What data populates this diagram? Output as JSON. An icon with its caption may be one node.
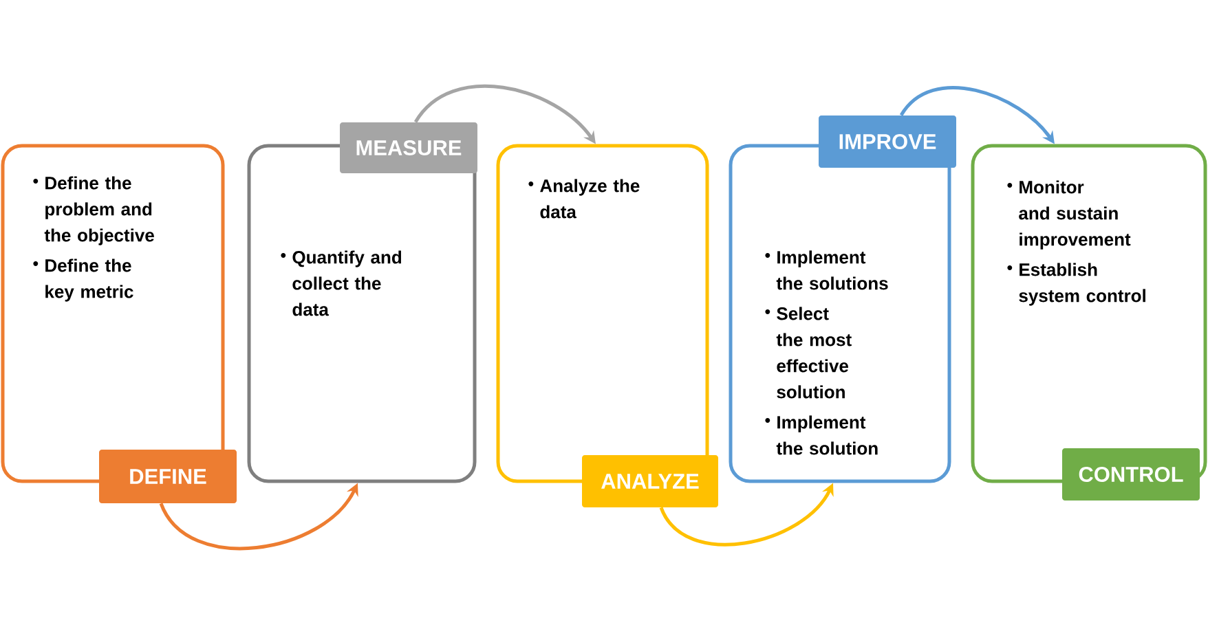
{
  "diagram": {
    "nodes": [
      {
        "text": [
          "Define the problem and the objective",
          "Define the key metric"
        ]
      },
      {
        "text": [
          "DEFINE"
        ]
      },
      {
        "text": [
          "Quantify and collect the data"
        ]
      },
      {
        "text": [
          "MEASURE"
        ]
      },
      {
        "text": [
          "Analyze the data"
        ]
      },
      {
        "text": [
          "ANALYZE"
        ]
      },
      {
        "text": [
          "Implement the solutions",
          "Select the most effective solution",
          "Implement the solution"
        ]
      },
      {
        "text": [
          "IMPROVE"
        ]
      },
      {
        "text": [
          "Monitor and sustain improvement",
          "Establish system control"
        ]
      },
      {
        "text": [
          "CONTROL"
        ]
      }
    ],
    "edges": [
      {
        "from": 1,
        "to": 2,
        "arrow": "to",
        "color": "#ed7d31"
      },
      {
        "from": 3,
        "to": 4,
        "arrow": "to",
        "color": "#a5a5a5"
      },
      {
        "from": 5,
        "to": 6,
        "arrow": "to",
        "color": "#ffc000"
      },
      {
        "from": 7,
        "to": 8,
        "arrow": "to",
        "color": "#5b9bd5"
      }
    ]
  }
}
